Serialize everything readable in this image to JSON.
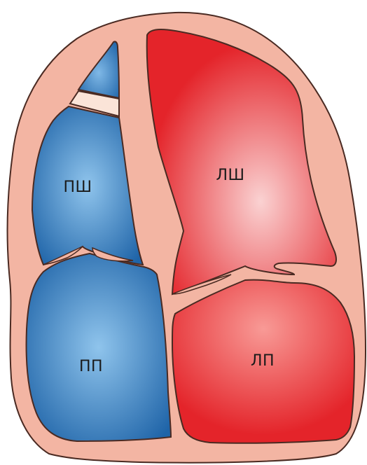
{
  "labels": {
    "right_ventricle": "ПШ",
    "left_ventricle": "ЛШ",
    "right_atrium": "ПП",
    "left_atrium": "ЛП"
  },
  "colors": {
    "outline": "#4a2a22",
    "wall": "#f3b5a3",
    "right_side_light": "#8fc4ec",
    "right_side_dark": "#1f64a8",
    "left_side_light": "#fad2d2",
    "left_side_dark": "#e4242a",
    "valve": "#fbe4d8"
  }
}
